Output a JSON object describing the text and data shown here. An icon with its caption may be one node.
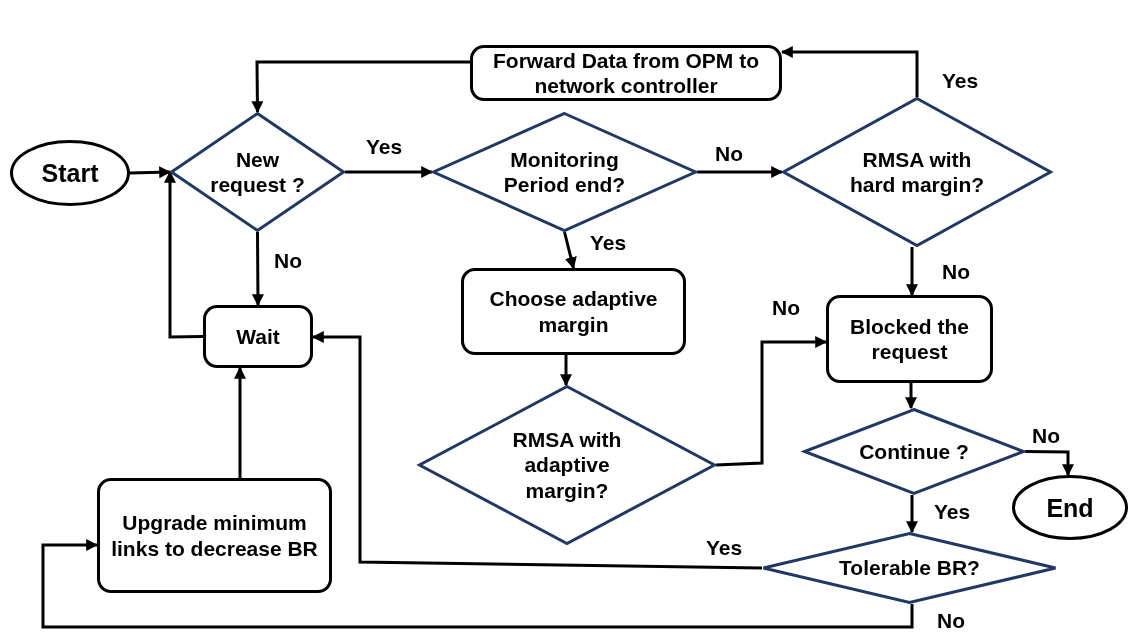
{
  "diagram": {
    "nodes": [
      {
        "text": [
          "Start"
        ]
      },
      {
        "text": [
          "New request ?"
        ]
      },
      {
        "text": [
          "Forward Data from OPM to network controller"
        ]
      },
      {
        "text": [
          "Monitoring Period end?"
        ]
      },
      {
        "text": [
          "RMSA with hard margin?"
        ]
      },
      {
        "text": [
          "Wait"
        ]
      },
      {
        "text": [
          "Choose adaptive margin"
        ]
      },
      {
        "text": [
          "Blocked the request"
        ]
      },
      {
        "text": [
          "RMSA with adaptive margin?"
        ]
      },
      {
        "text": [
          "Continue ?"
        ]
      },
      {
        "text": [
          "End"
        ]
      },
      {
        "text": [
          "Upgrade minimum links to decrease BR"
        ]
      },
      {
        "text": [
          "Tolerable BR?"
        ]
      }
    ],
    "edges": [
      {
        "from": 0,
        "to": 1,
        "arrow": "to"
      },
      {
        "from": 1,
        "to": 3,
        "arrow": "to",
        "label": "Yes"
      },
      {
        "from": 1,
        "to": 5,
        "arrow": "to",
        "label": "No"
      },
      {
        "from": 5,
        "to": 1,
        "arrow": "to"
      },
      {
        "from": 3,
        "to": 4,
        "arrow": "to",
        "label": "No"
      },
      {
        "from": 3,
        "to": 6,
        "arrow": "to",
        "label": "Yes"
      },
      {
        "from": 4,
        "to": 2,
        "arrow": "to",
        "label": "Yes"
      },
      {
        "from": 2,
        "to": 1,
        "arrow": "to"
      },
      {
        "from": 4,
        "to": 7,
        "arrow": "to",
        "label": "No"
      },
      {
        "from": 6,
        "to": 8,
        "arrow": "to"
      },
      {
        "from": 8,
        "to": 7,
        "arrow": "to",
        "label": "No"
      },
      {
        "from": 7,
        "to": 9,
        "arrow": "to"
      },
      {
        "from": 9,
        "to": 10,
        "arrow": "to",
        "label": "No"
      },
      {
        "from": 9,
        "to": 12,
        "arrow": "to",
        "label": "Yes"
      },
      {
        "from": 12,
        "to": 5,
        "arrow": "to",
        "label": "Yes"
      },
      {
        "from": 12,
        "to": 11,
        "arrow": "to",
        "label": "No"
      },
      {
        "from": 11,
        "to": 5,
        "arrow": "to"
      }
    ]
  }
}
